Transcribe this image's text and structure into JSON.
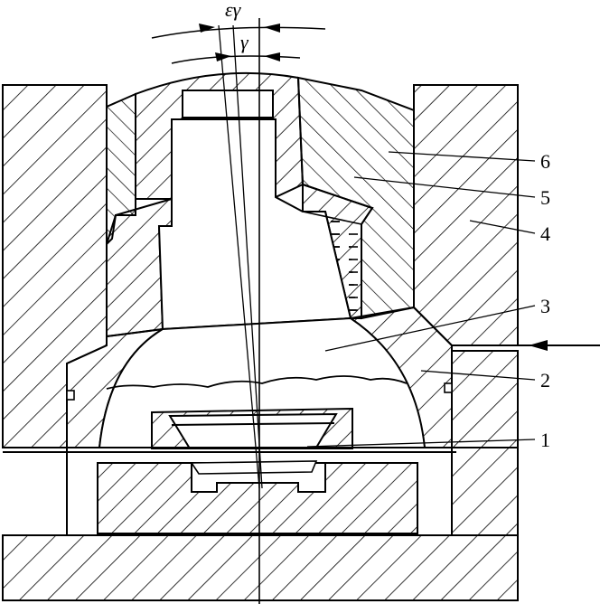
{
  "angles": {
    "eps_gamma": "εγ",
    "gamma": "γ"
  },
  "callouts": [
    {
      "id": "1",
      "text": "1"
    },
    {
      "id": "2",
      "text": "2"
    },
    {
      "id": "3",
      "text": "3"
    },
    {
      "id": "4",
      "text": "4"
    },
    {
      "id": "5",
      "text": "5"
    },
    {
      "id": "6",
      "text": "6"
    }
  ]
}
